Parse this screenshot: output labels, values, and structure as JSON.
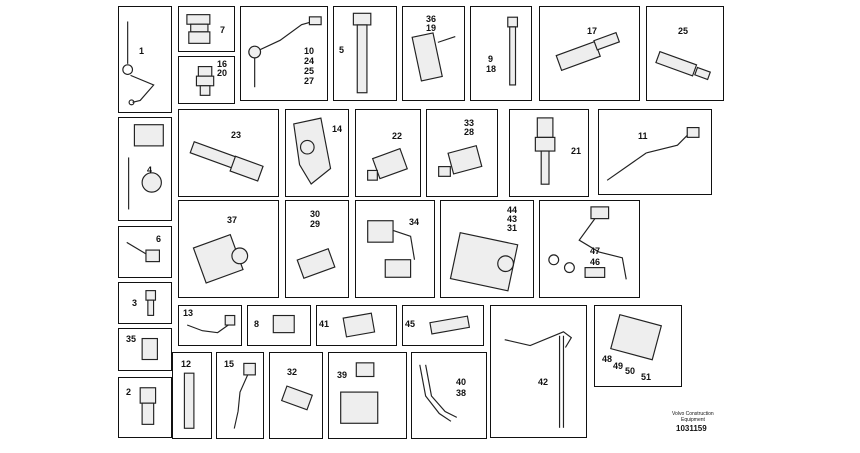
{
  "parts": {
    "p1": [
      "1"
    ],
    "p7": [
      "7"
    ],
    "p16": [
      "16",
      "20"
    ],
    "p10": [
      "10",
      "24",
      "25",
      "27"
    ],
    "p5": [
      "5"
    ],
    "p36": [
      "36",
      "19"
    ],
    "p9": [
      "9",
      "18"
    ],
    "p17": [
      "17"
    ],
    "p25": [
      "25"
    ],
    "p4": [
      "4"
    ],
    "p23": [
      "23"
    ],
    "p14": [
      "14"
    ],
    "p22": [
      "22"
    ],
    "p33": [
      "33",
      "28"
    ],
    "p21": [
      "21"
    ],
    "p11": [
      "11"
    ],
    "p6": [
      "6"
    ],
    "p37": [
      "37"
    ],
    "p30": [
      "30",
      "29"
    ],
    "p34": [
      "34"
    ],
    "p44": [
      "44",
      "43",
      "31"
    ],
    "p47": [
      "47",
      "46"
    ],
    "p3": [
      "3"
    ],
    "p13": [
      "13"
    ],
    "p8": [
      "8"
    ],
    "p41": [
      "41"
    ],
    "p45": [
      "45"
    ],
    "p42": [
      "42"
    ],
    "p35": [
      "35"
    ],
    "p48": [
      "48",
      "49",
      "50",
      "51"
    ],
    "p2": [
      "2"
    ],
    "p12": [
      "12"
    ],
    "p15": [
      "15"
    ],
    "p32": [
      "32"
    ],
    "p39": [
      "39"
    ],
    "p40": [
      "40",
      "38"
    ]
  },
  "footer": {
    "brand_line1": "Volvo Construction",
    "brand_line2": "Equipment",
    "drawing_number": "1031159"
  }
}
